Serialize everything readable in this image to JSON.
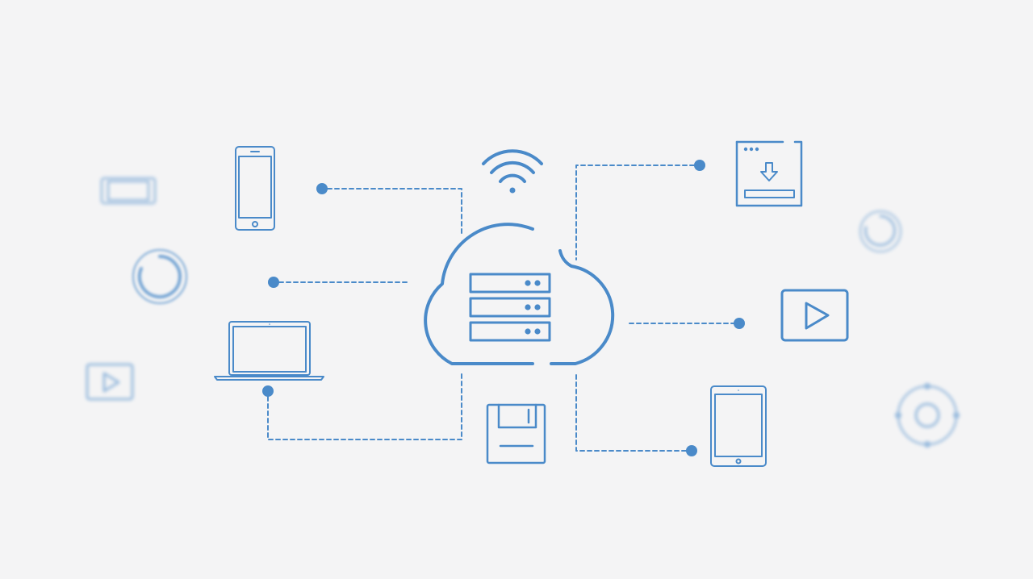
{
  "diagram": {
    "type": "cloud-network-illustration",
    "colors": {
      "background": "#f4f4f5",
      "line": "#4a8ac9",
      "stroke": "#4a8ac9"
    },
    "center": {
      "icon": "cloud-server-icon",
      "server_units": 3,
      "signal_icon": "wifi-icon"
    },
    "connected_devices": [
      "smartphone-icon",
      "laptop-icon",
      "floppy-disk-icon",
      "download-window-icon",
      "video-player-icon",
      "tablet-icon"
    ],
    "connection_endpoints": 6,
    "background_decorations": [
      "blurred-phone-landscape-icon",
      "loading-ring-icon",
      "blurred-play-icon",
      "blurred-loading-ring-icon",
      "blurred-target-icon"
    ]
  }
}
